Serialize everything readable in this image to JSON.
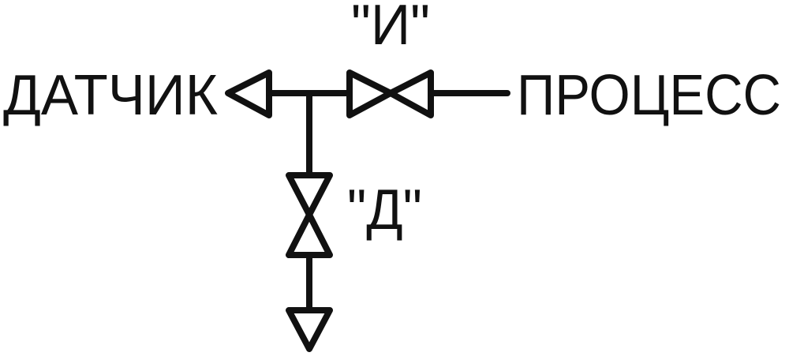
{
  "labels": {
    "sensor": "ДАТЧИК",
    "process": "ПРОЦЕСС",
    "valve_i": "\"И\"",
    "valve_d": "\"Д\""
  },
  "colors": {
    "stroke": "#111111",
    "background": "#ffffff"
  }
}
